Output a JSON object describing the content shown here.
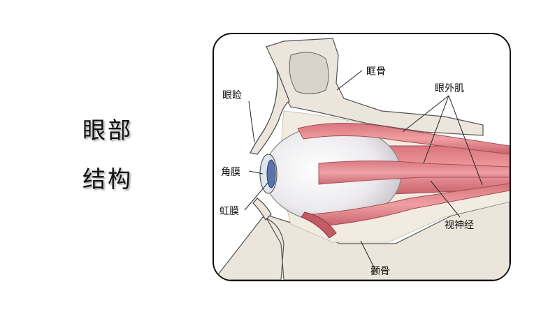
{
  "title": {
    "line1": "眼部",
    "line2": "结构"
  },
  "labels": {
    "orbit_bone": "眶骨",
    "eyelid": "眼睑",
    "extraocular_muscles": "眼外肌",
    "cornea": "角膜",
    "iris": "虹膜",
    "optic_nerve": "视神经",
    "zygomatic_bone": "颧骨"
  },
  "colors": {
    "muscle": "#e2848a",
    "muscle_dark": "#b54e57",
    "bone": "#ece5dc",
    "fat": "#f2ece0",
    "iris": "#5b74a8",
    "line": "#222222"
  }
}
